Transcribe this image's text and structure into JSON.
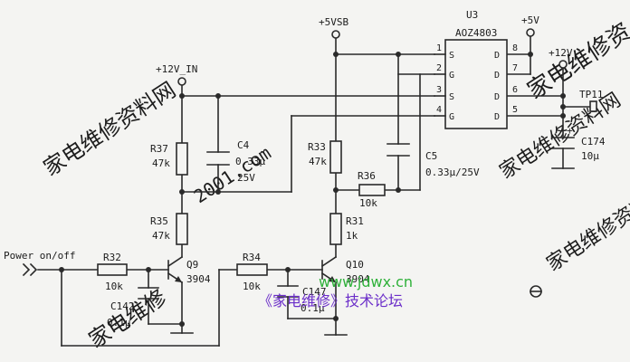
{
  "rails": {
    "vin": "+12V_IN",
    "vsb": "+5VSB",
    "v5": "+5V",
    "v12": "+12V"
  },
  "input": {
    "label": "Power on/off"
  },
  "ic": {
    "ref": "U3",
    "part": "AOZ4803",
    "pins_left": [
      {
        "num": "1",
        "name": "S"
      },
      {
        "num": "2",
        "name": "G"
      },
      {
        "num": "3",
        "name": "S"
      },
      {
        "num": "4",
        "name": "G"
      }
    ],
    "pins_right": [
      {
        "num": "8",
        "name": "D"
      },
      {
        "num": "7",
        "name": "D"
      },
      {
        "num": "6",
        "name": "D"
      },
      {
        "num": "5",
        "name": "D"
      }
    ]
  },
  "components": {
    "R37": {
      "ref": "R37",
      "value": "47k"
    },
    "R35": {
      "ref": "R35",
      "value": "47k"
    },
    "R32": {
      "ref": "R32",
      "value": "10k"
    },
    "R34": {
      "ref": "R34",
      "value": "10k"
    },
    "R33": {
      "ref": "R33",
      "value": "47k"
    },
    "R36": {
      "ref": "R36",
      "value": "10k"
    },
    "R31": {
      "ref": "R31",
      "value": "1k"
    },
    "C4": {
      "ref": "C4",
      "value": "0.33μ",
      "voltage": "25V"
    },
    "C5": {
      "ref": "C5",
      "value": "0.33μ/25V"
    },
    "C142": {
      "ref": "C142",
      "value": "0.1μ"
    },
    "C174": {
      "ref": "C174",
      "value": "10μ",
      "polarity": "+"
    },
    "C147": {
      "ref": "C147",
      "value": "0.1μ"
    },
    "Q9": {
      "ref": "Q9",
      "part": "3904"
    },
    "Q10": {
      "ref": "Q10",
      "part": "3904"
    },
    "TP11": {
      "ref": "TP11"
    }
  },
  "watermark": {
    "url": "www.jdwx.cn",
    "forum": "《家电维修》技术论坛",
    "diag_1": "家电维修资料网",
    "diag_2": "家电维修资",
    "diag_3": "家电维修",
    "diag_4": "家电维修资料网",
    "diag_5": "家电维修资料网",
    "faint": "2001.com"
  },
  "colors": {
    "ink": "#2a2a2a",
    "paper": "#f4f4f2",
    "watermark_gray": "#c8c8c8",
    "url_green": "#2fb13a",
    "forum_purple": "#6b2ec9"
  }
}
